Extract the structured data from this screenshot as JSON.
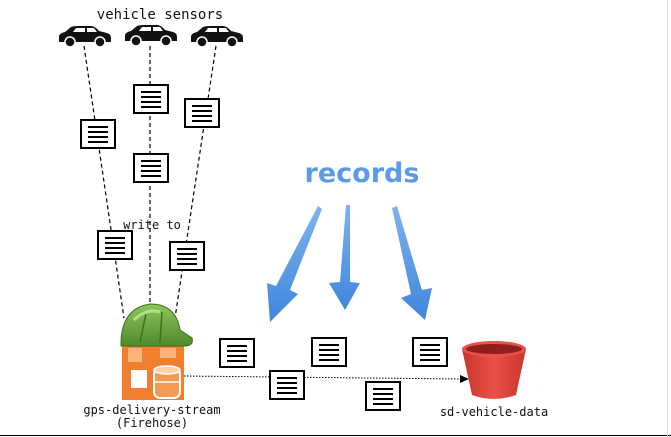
{
  "labels": {
    "sensors": "vehicle sensors",
    "write_to": "write to",
    "records": "records",
    "stream_name": "gps-delivery-stream",
    "stream_type": "(Firehose)",
    "bucket": "sd-vehicle-data"
  },
  "icons": {
    "vehicle": "car-icon",
    "record": "record-document-icon",
    "stream": "firehose-icon",
    "bucket": "s3-bucket-icon",
    "arrow": "blue-arrow-icon"
  },
  "colors": {
    "records_text": "#5b9be6",
    "arrow": "#4a90e2",
    "helmet": "#6fa83a",
    "firehose": "#ef7e2e",
    "bucket": "#e0443c"
  }
}
